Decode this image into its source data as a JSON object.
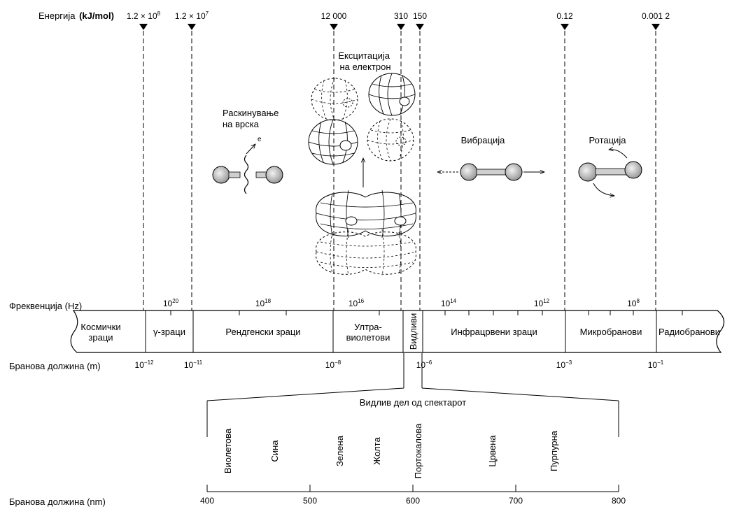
{
  "energy_axis": {
    "label": "Енергија",
    "unit": "(kJ/mol)",
    "markers": [
      {
        "text": "1.2 × 10",
        "sup": "8"
      },
      {
        "text": "1.2 × 10",
        "sup": "7"
      },
      {
        "text": "12 000",
        "sup": ""
      },
      {
        "text": "310",
        "sup": ""
      },
      {
        "text": "150",
        "sup": ""
      },
      {
        "text": "0.12",
        "sup": ""
      },
      {
        "text": "0.001 2",
        "sup": ""
      }
    ]
  },
  "processes": {
    "bond_breaking": [
      "Раскинување",
      "на врска"
    ],
    "excitation": [
      "Ексцитација",
      "на електрон"
    ],
    "vibration": "Вибрација",
    "rotation": "Ротација",
    "electron_symbol": "e"
  },
  "frequency_axis": {
    "label": "Фреквенција (Hz)",
    "ticks": [
      {
        "base": "10",
        "exp": "20"
      },
      {
        "base": "10",
        "exp": "18"
      },
      {
        "base": "10",
        "exp": "16"
      },
      {
        "base": "10",
        "exp": "14"
      },
      {
        "base": "10",
        "exp": "12"
      },
      {
        "base": "10",
        "exp": "8"
      }
    ]
  },
  "bands": [
    [
      "Космички",
      "зраци"
    ],
    [
      "γ-зраци"
    ],
    [
      "Рендгенски зраци"
    ],
    [
      "Ултра-",
      "виолетови"
    ],
    [
      "Видливи"
    ],
    [
      "Инфрацрвени зраци"
    ],
    [
      "Микробранови"
    ],
    [
      "Радиобранови"
    ]
  ],
  "wavelength_axis": {
    "label": "Бранова должина (m)",
    "ticks": [
      {
        "base": "10",
        "exp": "−12"
      },
      {
        "base": "10",
        "exp": "−11"
      },
      {
        "base": "10",
        "exp": "−8"
      },
      {
        "base": "10",
        "exp": "−6"
      },
      {
        "base": "10",
        "exp": "−3"
      },
      {
        "base": "10",
        "exp": "−1"
      }
    ]
  },
  "visible_spectrum": {
    "title": "Видлив дел од спектарот",
    "colors": [
      "Виолетова",
      "Сина",
      "Зелена",
      "Жолта",
      "Портокалова",
      "Црвена",
      "Пурпурна"
    ],
    "axis_label": "Бранова должина (nm)",
    "axis_ticks": [
      "400",
      "500",
      "600",
      "700",
      "800"
    ]
  }
}
